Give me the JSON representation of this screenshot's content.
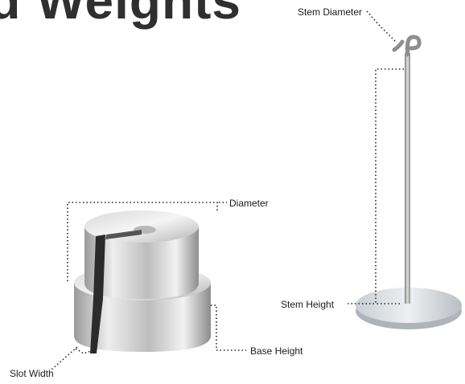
{
  "header": {
    "title_fragment": "d Weights"
  },
  "labels": {
    "stem_diameter": "Stem Diameter",
    "diameter": "Diameter",
    "stem_height": "Stem Height",
    "base_height": "Base Height",
    "slot_width": "Slot Width"
  },
  "colors": {
    "metal_light": "#e6e6e6",
    "metal_dark": "#8a8a8a",
    "leader_line": "#222222",
    "title": "#2f2f2f"
  }
}
